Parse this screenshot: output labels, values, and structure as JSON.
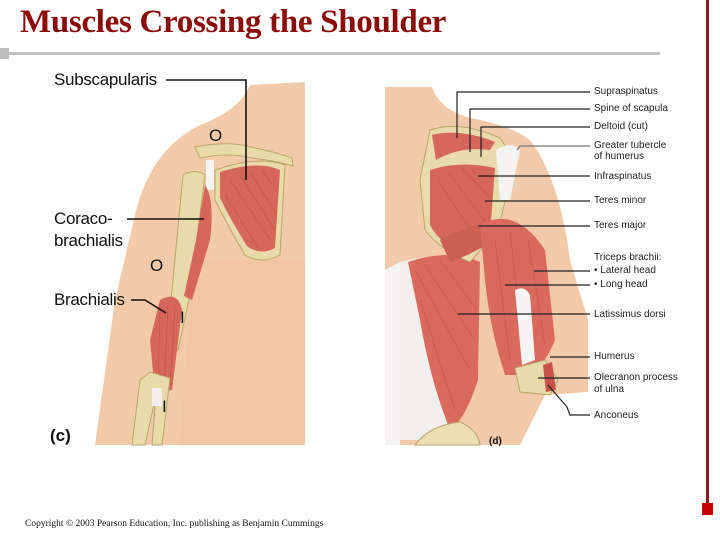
{
  "slide": {
    "title": "Muscles Crossing the Shoulder",
    "copyright": "Copyright © 2003 Pearson Education, Inc. publishing as Benjamin Cummings",
    "colors": {
      "title": "#8b0a0a",
      "title_rule": "#c0c0c0",
      "right_rule": "#8b1a22",
      "right_rule_knob": "#c40000",
      "skin": "#f2c9a8",
      "muscle": "#d9685a",
      "bone": "#e8d9a8"
    }
  },
  "figure_c": {
    "panel_label": "(c)",
    "view": "anterior",
    "labels": [
      {
        "text": "Subscapularis"
      },
      {
        "text": "Coraco-"
      },
      {
        "text": "brachialis"
      },
      {
        "text": "Brachialis"
      }
    ],
    "markers": [
      {
        "text": "O",
        "meaning": "origin"
      },
      {
        "text": "O",
        "meaning": "origin"
      },
      {
        "text": "I",
        "meaning": "insertion"
      },
      {
        "text": "I",
        "meaning": "insertion"
      }
    ]
  },
  "figure_d": {
    "panel_label": "(d)",
    "view": "posterior",
    "labels": [
      {
        "text": "Supraspinatus"
      },
      {
        "text": "Spine of scapula"
      },
      {
        "text": "Deltoid (cut)"
      },
      {
        "text": "Greater tubercle"
      },
      {
        "text": "of humerus"
      },
      {
        "text": "Infraspinatus"
      },
      {
        "text": "Teres minor"
      },
      {
        "text": "Teres major"
      },
      {
        "text": "Triceps brachii:"
      },
      {
        "text": "• Lateral head"
      },
      {
        "text": "• Long head"
      },
      {
        "text": "Latissimus dorsi"
      },
      {
        "text": "Humerus"
      },
      {
        "text": "Olecranon process"
      },
      {
        "text": "of ulna"
      },
      {
        "text": "Anconeus"
      }
    ]
  }
}
